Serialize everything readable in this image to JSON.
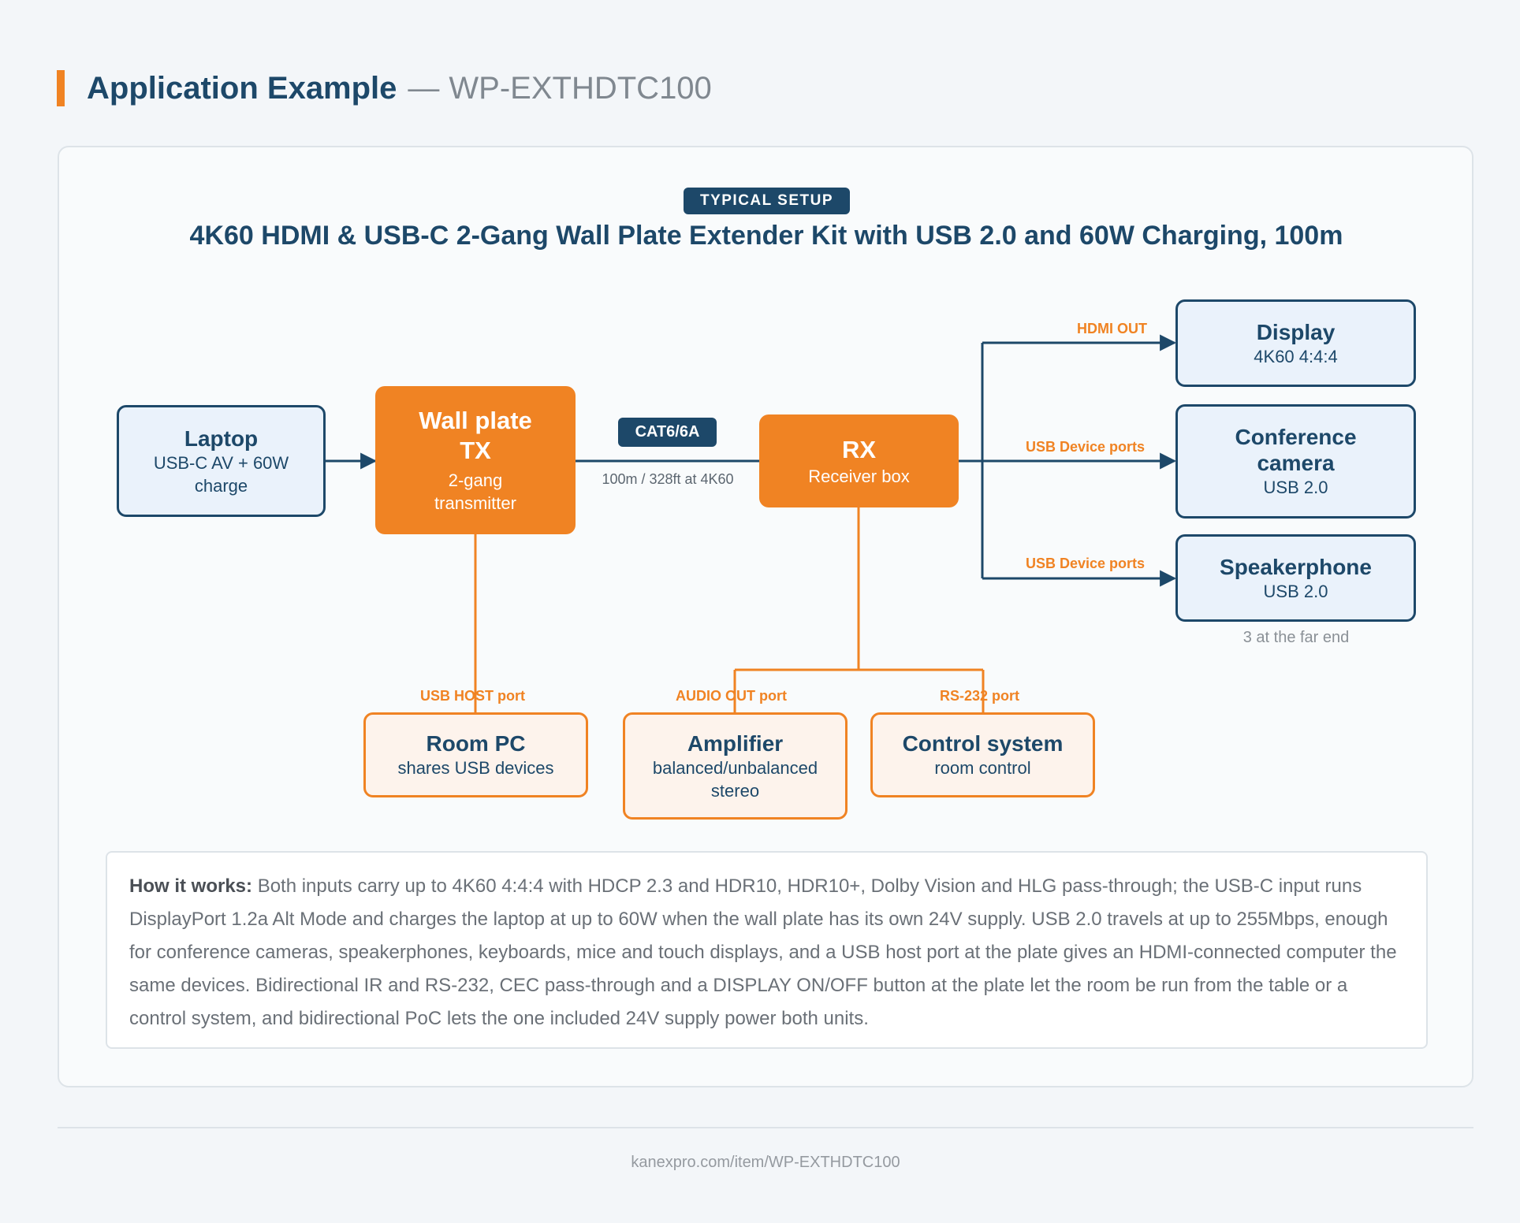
{
  "header": {
    "title": "Application Example",
    "separator": "—",
    "model": "WP-EXTHDTC100"
  },
  "diagram": {
    "badge": "TYPICAL SETUP",
    "title": "4K60 HDMI & USB-C 2-Gang Wall Plate Extender Kit with USB 2.0 and 60W Charging, 100m",
    "nodes": {
      "laptop": {
        "title": "Laptop",
        "subtitle": "USB-C AV + 60W charge"
      },
      "wall_plate_tx": {
        "title": "Wall plate TX",
        "subtitle": "2-gang transmitter"
      },
      "rx": {
        "title": "RX",
        "subtitle": "Receiver box"
      },
      "display": {
        "title": "Display",
        "subtitle": "4K60 4:4:4"
      },
      "conference_camera": {
        "title": "Conference camera",
        "subtitle": "USB 2.0"
      },
      "speakerphone": {
        "title": "Speakerphone",
        "subtitle": "USB 2.0"
      },
      "room_pc": {
        "title": "Room PC",
        "subtitle": "shares USB devices"
      },
      "amplifier": {
        "title": "Amplifier",
        "subtitle": "balanced/unbalanced stereo"
      },
      "control_system": {
        "title": "Control system",
        "subtitle": "room control"
      }
    },
    "edge_labels": {
      "hdmi_out": "HDMI OUT",
      "usb_device_1": "USB Device ports",
      "usb_device_2": "USB Device ports",
      "usb_host": "USB HOST port",
      "audio_out": "AUDIO OUT port",
      "rs232": "RS-232 port"
    },
    "cable": {
      "type": "CAT6/6A",
      "distance": "100m / 328ft at 4K60"
    },
    "far_end_note": "3 at the far end",
    "colors": {
      "navy": "#1d4869",
      "orange": "#f08323",
      "light_blue": "#eaf2fb",
      "peach": "#fdf3ec"
    }
  },
  "note": {
    "lead": "How it works:",
    "body": "Both inputs carry up to 4K60 4:4:4 with HDCP 2.3 and HDR10, HDR10+, Dolby Vision and HLG pass-through; the USB-C input runs DisplayPort 1.2a Alt Mode and charges the laptop at up to 60W when the wall plate has its own 24V supply. USB 2.0 travels at up to 255Mbps, enough for conference cameras, speakerphones, keyboards, mice and touch displays, and a USB host port at the plate gives an HDMI-connected computer the same devices. Bidirectional IR and RS-232, CEC pass-through and a DISPLAY ON/OFF button at the plate let the room be run from the table or a control system, and bidirectional PoC lets the one included 24V supply power both units."
  },
  "footer": {
    "url": "kanexpro.com/item/WP-EXTHDTC100"
  }
}
